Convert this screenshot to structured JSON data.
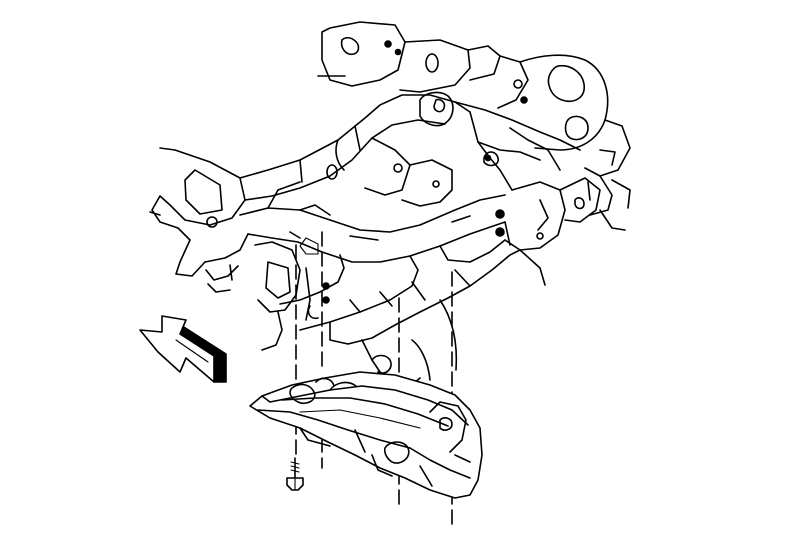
{
  "figure": {
    "description_shown": false,
    "parts": [
      {
        "name": "front-frame-crossmember"
      },
      {
        "name": "skid-plate"
      },
      {
        "name": "mounting-bolt"
      },
      {
        "name": "direction-arrow"
      }
    ]
  }
}
